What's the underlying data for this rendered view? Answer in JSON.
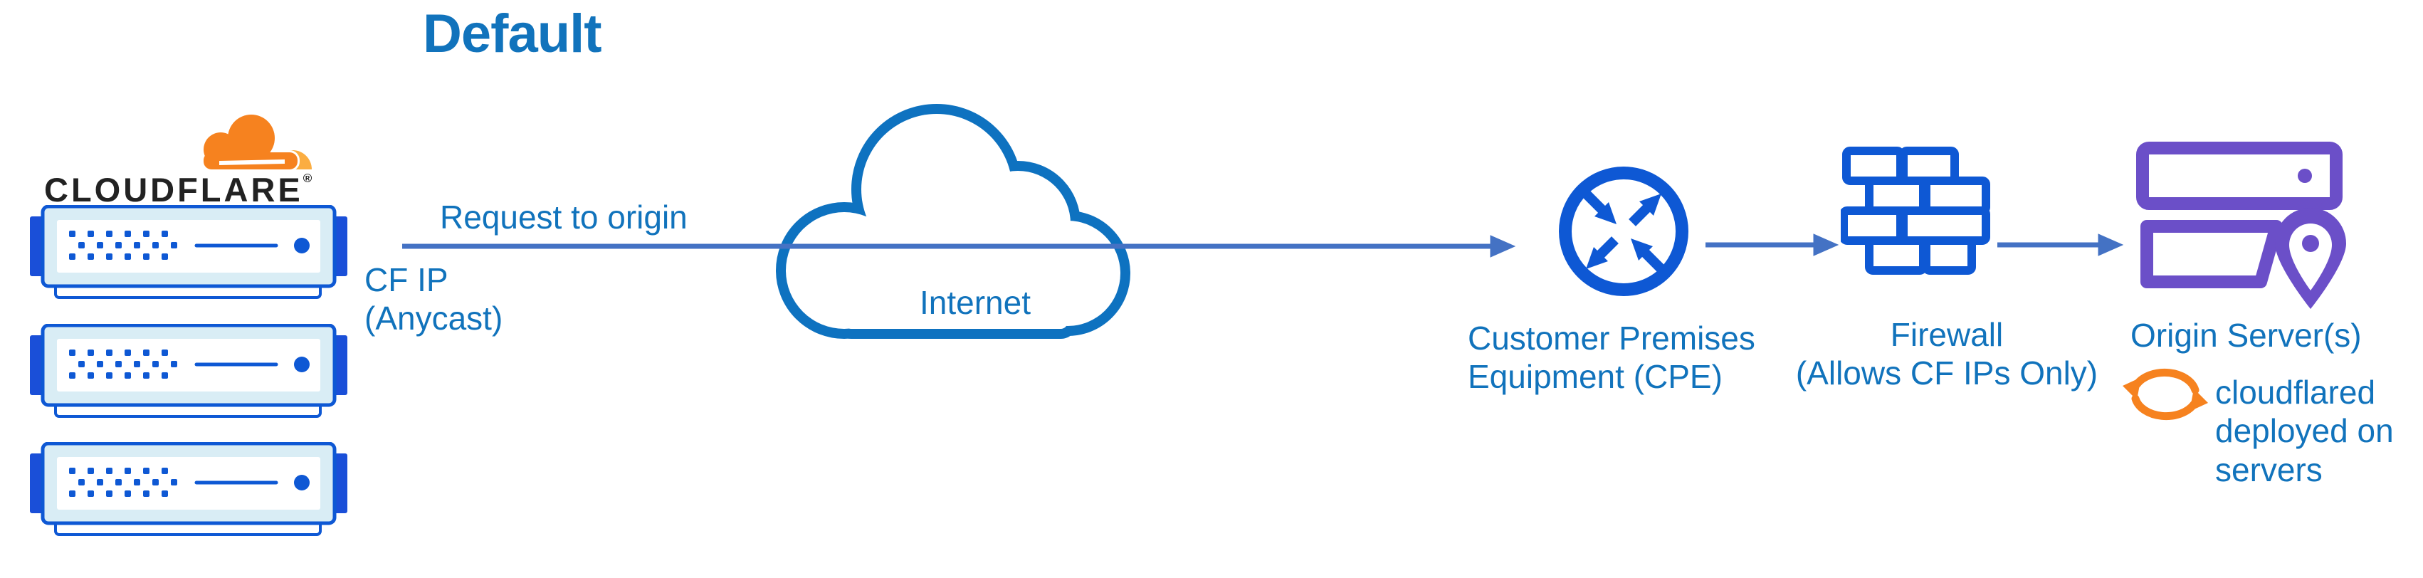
{
  "colors": {
    "label_blue": "#1173BC",
    "arrow_blue": "#4472C4",
    "icon_blue": "#0E58D4",
    "tab_blue": "#1A4FD8",
    "cloud_stroke": "#0E72C0",
    "server_fill": "#D9EDF5",
    "purple": "#6B4FC8",
    "orange": "#F6821F",
    "orange_light": "#FBAD41",
    "wordmark": "#222222",
    "background": "#FFFFFF"
  },
  "title": "Default",
  "cloudflare": {
    "wordmark": "CLOUDFLARE",
    "registered_mark": "®"
  },
  "flow": {
    "request_label": "Request to origin",
    "cf_ip_line1": "CF IP",
    "cf_ip_line2": "(Anycast)"
  },
  "internet": {
    "label": "Internet"
  },
  "cpe": {
    "label_line1": "Customer Premises",
    "label_line2": "Equipment (CPE)"
  },
  "firewall": {
    "label_line1": "Firewall",
    "label_line2": "(Allows CF IPs Only)"
  },
  "origin": {
    "label": "Origin Server(s)",
    "note_line1": "cloudflared",
    "note_line2": "deployed on",
    "note_line3": "servers"
  }
}
